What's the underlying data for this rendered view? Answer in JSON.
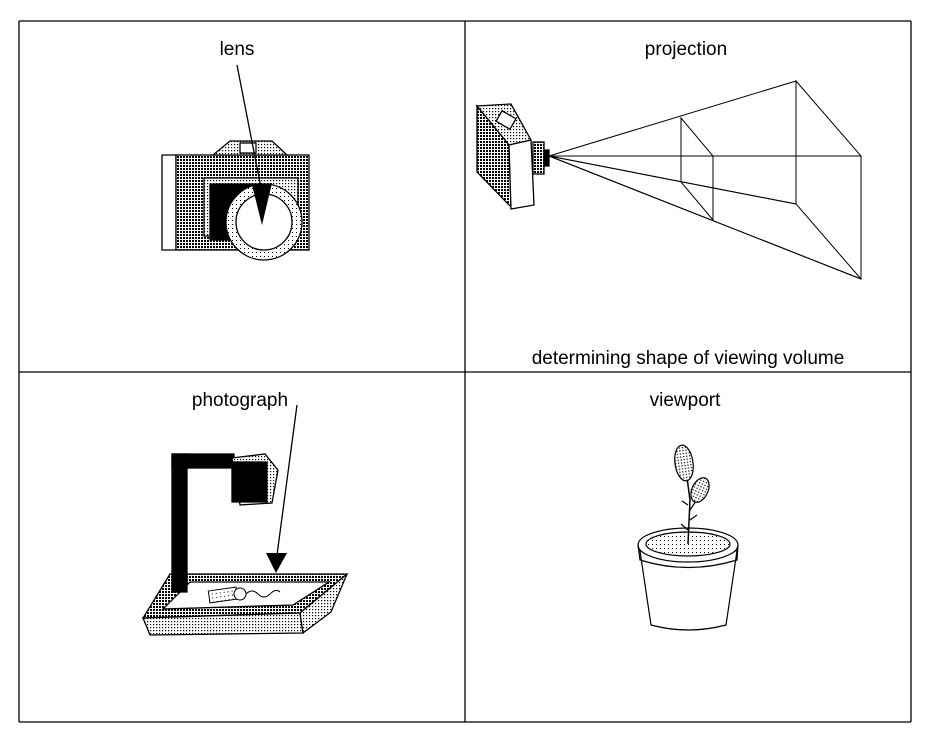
{
  "panels": {
    "lens": {
      "label": "lens"
    },
    "projection": {
      "label": "projection",
      "caption": "determining shape of viewing volume"
    },
    "photograph": {
      "label": "photograph"
    },
    "viewport": {
      "label": "viewport"
    }
  },
  "colors": {
    "ink": "#000000",
    "paper": "#ffffff",
    "halftone": "#888888"
  }
}
